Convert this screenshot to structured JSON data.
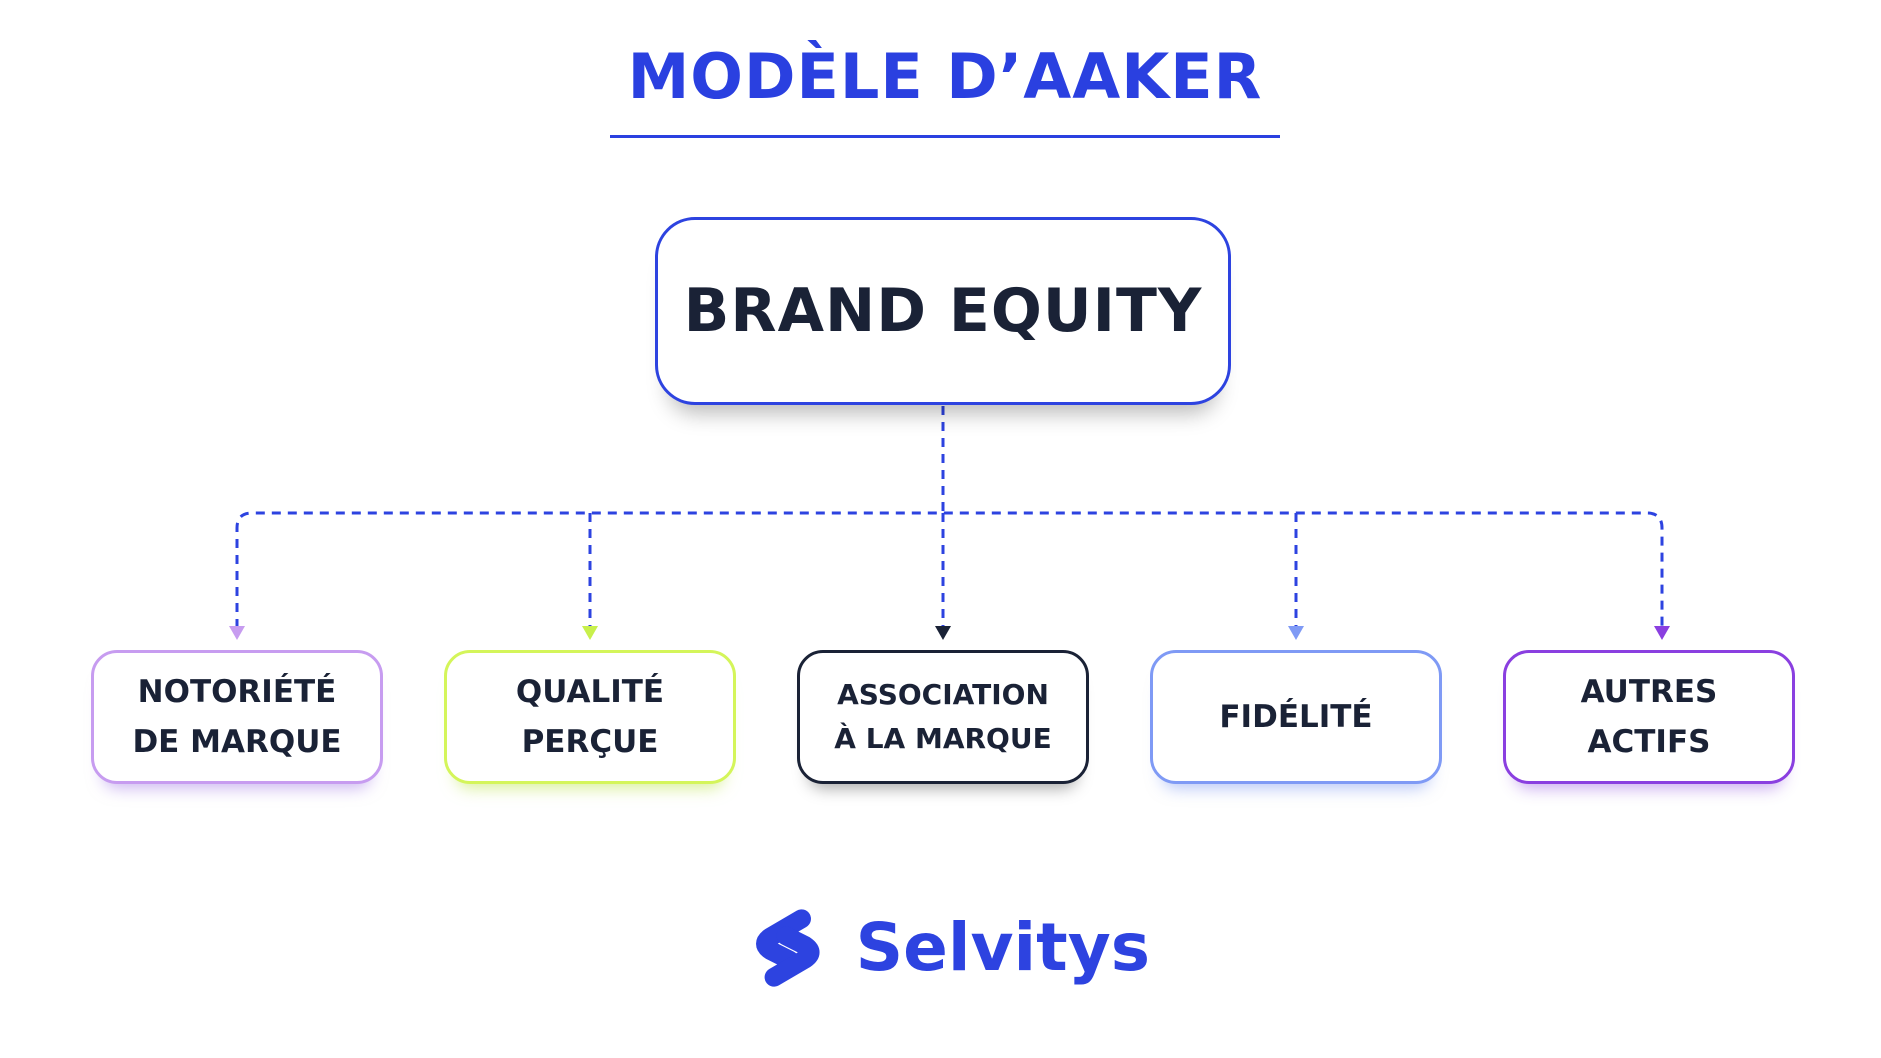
{
  "title": "MODÈLE D’AAKER",
  "root": {
    "label": "BRAND EQUITY",
    "border_color": "#2d43e0"
  },
  "children": [
    {
      "label": "NOTORIÉTÉ\nDE MARQUE",
      "border_color": "#c79cf0",
      "arrow_color": "#c79cf0"
    },
    {
      "label": "QUALITÉ\nPERÇUE",
      "border_color": "#d4f55a",
      "arrow_color": "#c8f04c"
    },
    {
      "label": "ASSOCIATION\nÀ LA MARQUE",
      "border_color": "#1a2236",
      "arrow_color": "#1a2236"
    },
    {
      "label": "FIDÉLITÉ",
      "border_color": "#7f9af5",
      "arrow_color": "#7f9af5"
    },
    {
      "label": "AUTRES\nACTIFS",
      "border_color": "#8a3fe0",
      "arrow_color": "#8a3fe0"
    }
  ],
  "connector_color": "#2d43e0",
  "brand": {
    "name": "Selvitys",
    "color": "#2d43e0",
    "logo_icon": "selvitys-s-logo-icon"
  }
}
